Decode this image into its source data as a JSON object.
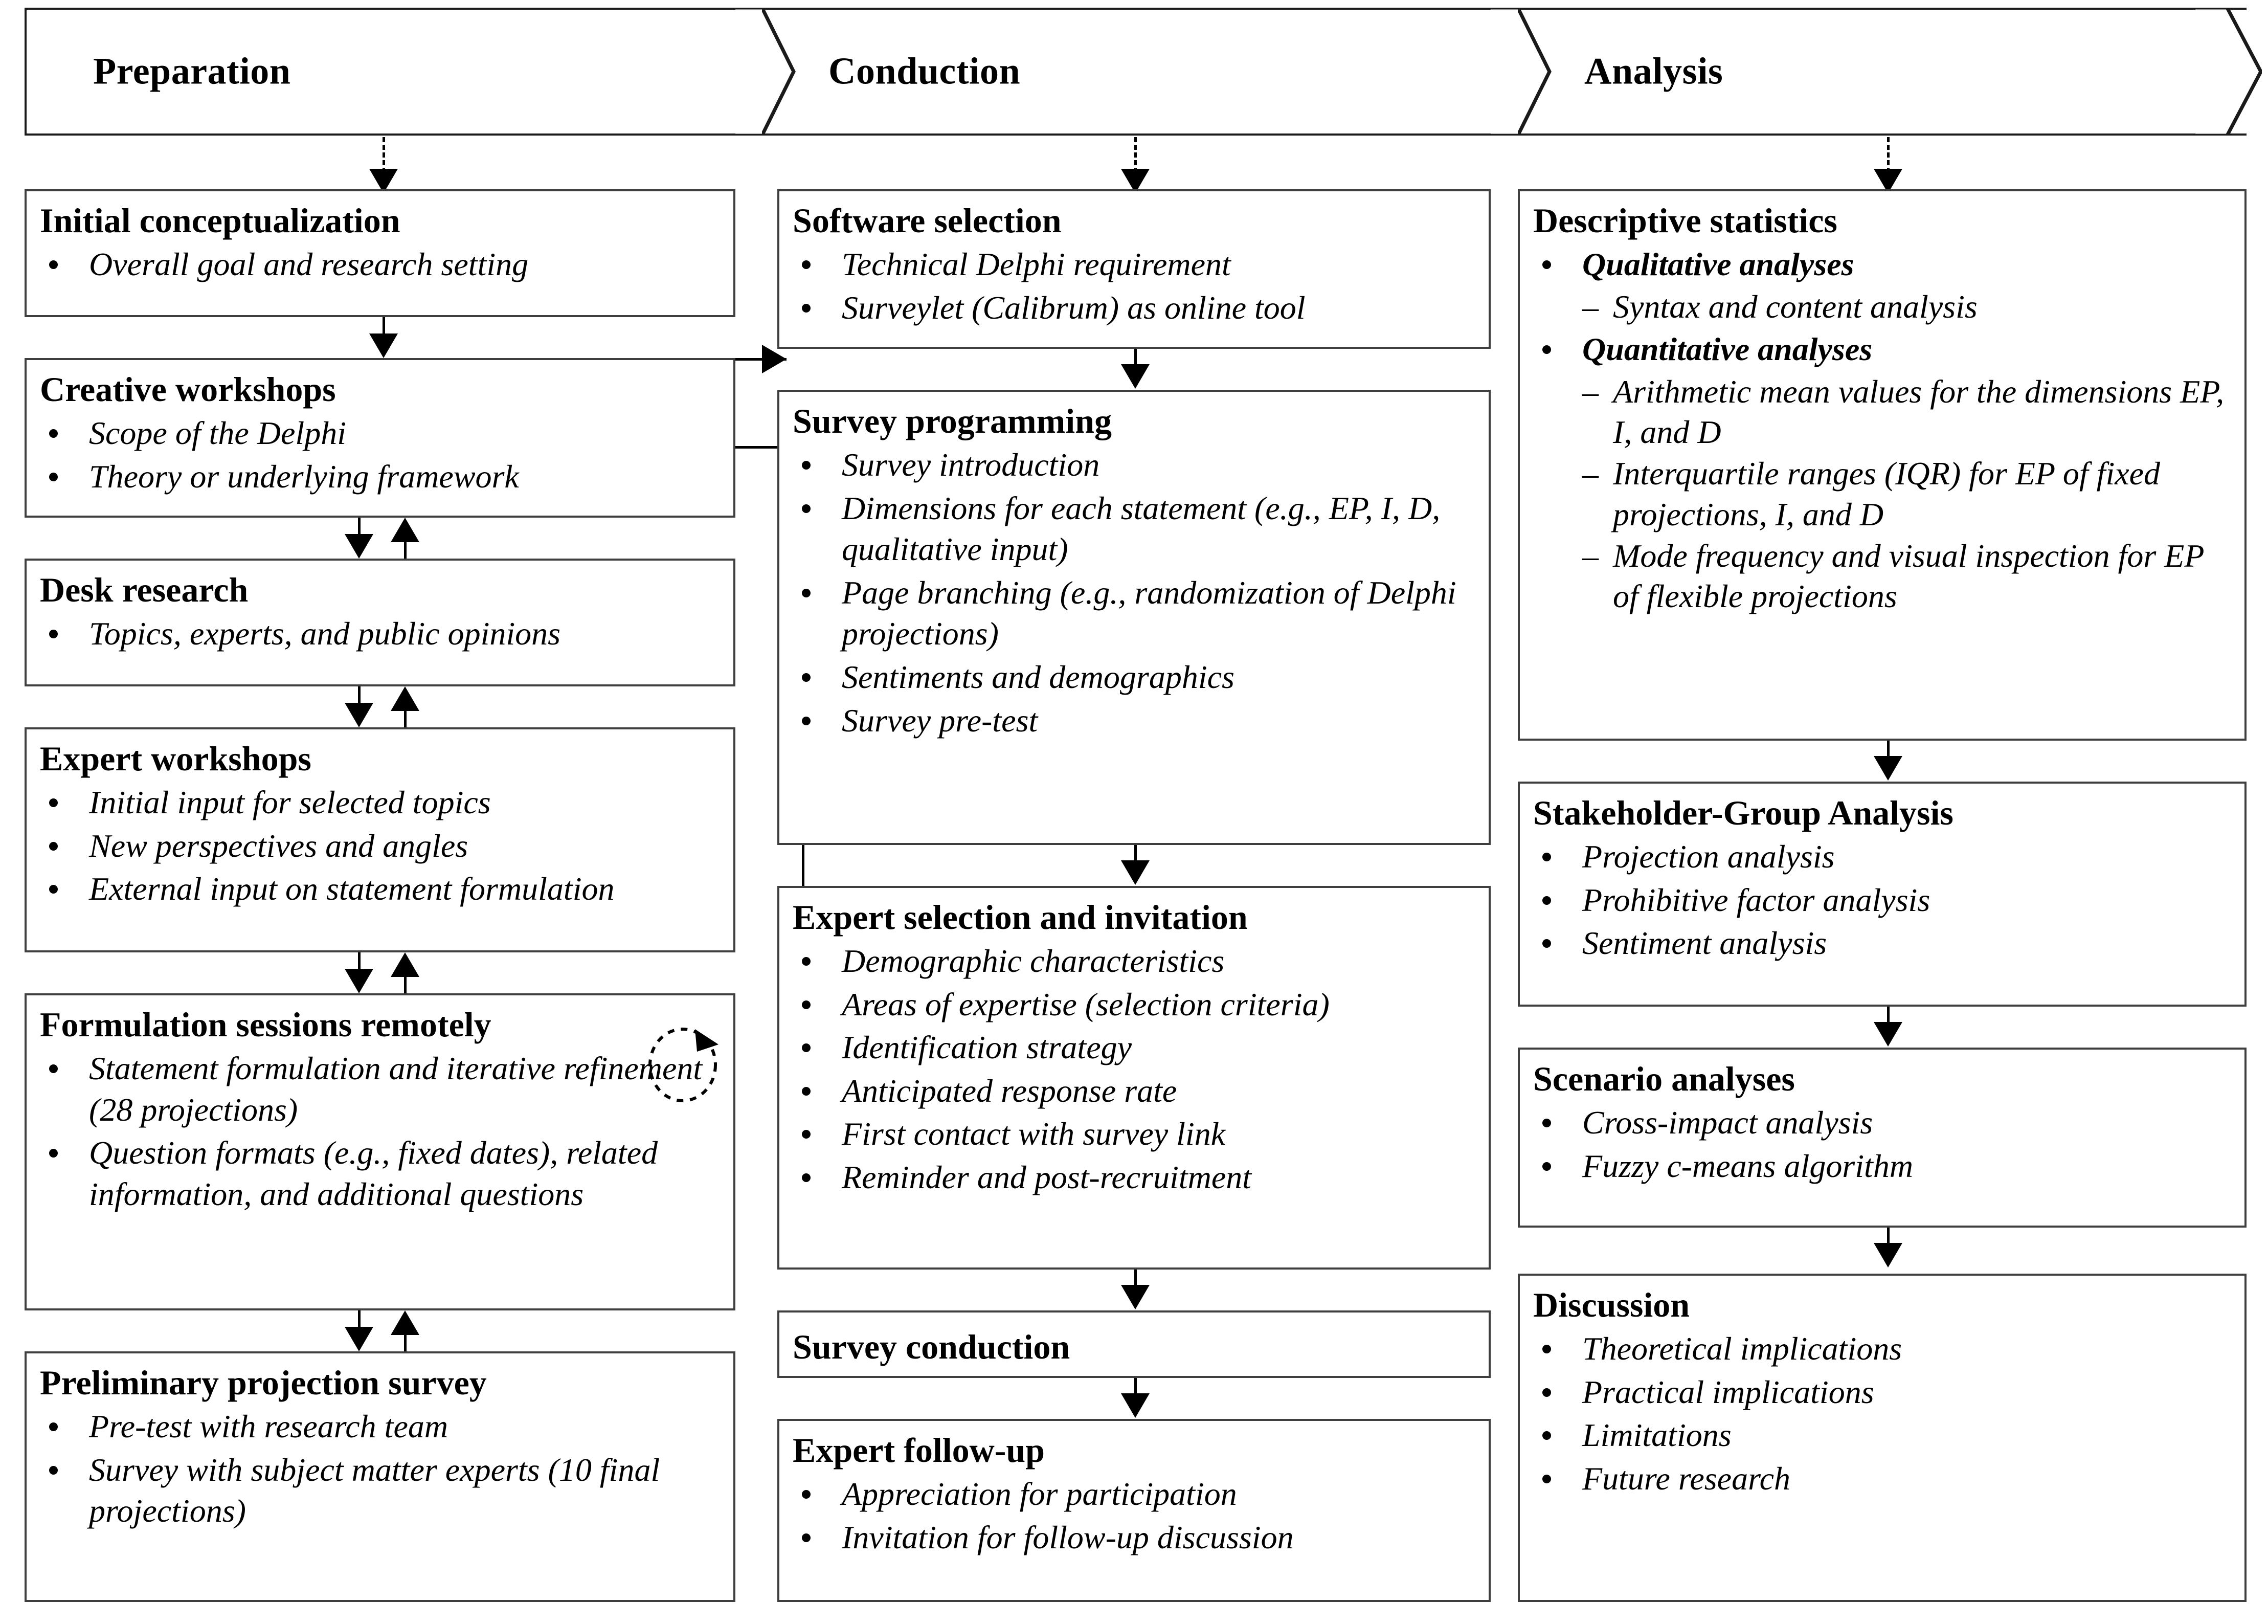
{
  "figure": {
    "type": "process-flow-diagram",
    "title": "Delphi study process"
  },
  "phases": [
    {
      "id": "preparation",
      "label": "Preparation"
    },
    {
      "id": "conduction",
      "label": "Conduction"
    },
    {
      "id": "analysis",
      "label": "Analysis"
    }
  ],
  "columns": {
    "preparation": {
      "boxes": [
        {
          "id": "initial-conceptualization",
          "title": "Initial conceptualization",
          "bullets": [
            {
              "text": "Overall goal and research setting"
            }
          ]
        },
        {
          "id": "creative-workshops",
          "title": "Creative workshops",
          "bullets": [
            {
              "text": "Scope of the Delphi"
            },
            {
              "text": "Theory or underlying framework"
            }
          ]
        },
        {
          "id": "desk-research",
          "title": "Desk research",
          "bullets": [
            {
              "text": "Topics, experts, and public opinions"
            }
          ]
        },
        {
          "id": "expert-workshops",
          "title": "Expert workshops",
          "bullets": [
            {
              "text": "Initial input for selected topics"
            },
            {
              "text": "New perspectives and angles"
            },
            {
              "text": "External input on statement formulation"
            }
          ]
        },
        {
          "id": "formulation-sessions-remotely",
          "title": "Formulation sessions remotely",
          "icon": "circular-refresh-icon",
          "bullets": [
            {
              "text": "Statement formulation and iterative refinement (28 projections)"
            },
            {
              "text": "Question formats (e.g., fixed dates), related information, and additional questions"
            }
          ]
        },
        {
          "id": "preliminary-projection-survey",
          "title": "Preliminary projection survey",
          "bullets": [
            {
              "text": "Pre-test with research team"
            },
            {
              "text": "Survey with subject matter experts (10 final projections)"
            }
          ]
        }
      ]
    },
    "conduction": {
      "boxes": [
        {
          "id": "software-selection",
          "title": "Software selection",
          "bullets": [
            {
              "text": "Technical Delphi requirement"
            },
            {
              "text": "Surveylet (Calibrum) as online tool"
            }
          ]
        },
        {
          "id": "survey-programming",
          "title": "Survey programming",
          "bullets": [
            {
              "text": "Survey introduction"
            },
            {
              "text": "Dimensions for each statement (e.g., EP, I, D, qualitative input)"
            },
            {
              "text": "Page branching (e.g., randomization of Delphi projections)"
            },
            {
              "text": "Sentiments and demographics"
            },
            {
              "text": "Survey pre-test"
            }
          ]
        },
        {
          "id": "expert-selection-and-invitation",
          "title": "Expert selection and invitation",
          "bullets": [
            {
              "text": "Demographic characteristics"
            },
            {
              "text": "Areas of expertise (selection criteria)"
            },
            {
              "text": "Identification strategy"
            },
            {
              "text": "Anticipated response rate"
            },
            {
              "text": "First contact with survey link"
            },
            {
              "text": "Reminder and post-recruitment"
            }
          ]
        },
        {
          "id": "survey-conduction",
          "title": "Survey conduction",
          "bullets": []
        },
        {
          "id": "expert-follow-up",
          "title": "Expert follow-up",
          "bullets": [
            {
              "text": "Appreciation for participation"
            },
            {
              "text": "Invitation for follow-up discussion"
            }
          ]
        }
      ]
    },
    "analysis": {
      "boxes": [
        {
          "id": "descriptive-statistics",
          "title": "Descriptive statistics",
          "bullets": [
            {
              "text": "Qualitative analyses",
              "strong": true,
              "subs": [
                {
                  "text": "Syntax and content analysis"
                }
              ]
            },
            {
              "text": "Quantitative analyses",
              "strong": true,
              "subs": [
                {
                  "text": "Arithmetic mean values for the dimensions EP, I, and D"
                },
                {
                  "text": "Interquartile ranges (IQR) for EP of fixed projections, I, and D"
                },
                {
                  "text": "Mode frequency and visual inspection for EP of flexible projections"
                }
              ]
            }
          ]
        },
        {
          "id": "stakeholder-group-analysis",
          "title": "Stakeholder-Group Analysis",
          "bullets": [
            {
              "text": "Projection analysis"
            },
            {
              "text": "Prohibitive factor analysis"
            },
            {
              "text": "Sentiment analysis"
            }
          ]
        },
        {
          "id": "scenario-analyses",
          "title": "Scenario analyses",
          "bullets": [
            {
              "text": "Cross-impact analysis"
            },
            {
              "text": "Fuzzy c-means algorithm"
            }
          ]
        },
        {
          "id": "discussion",
          "title": "Discussion",
          "bullets": [
            {
              "text": "Theoretical implications"
            },
            {
              "text": "Practical implications"
            },
            {
              "text": "Limitations"
            },
            {
              "text": "Future research"
            }
          ]
        }
      ]
    }
  },
  "glyphs": {
    "sub_dash": "–",
    "bullet": "•"
  },
  "colors": {
    "box_border": "#3f3f3f",
    "band_border": "#1a1a1a",
    "connector": "#000000",
    "background": "#ffffff"
  }
}
